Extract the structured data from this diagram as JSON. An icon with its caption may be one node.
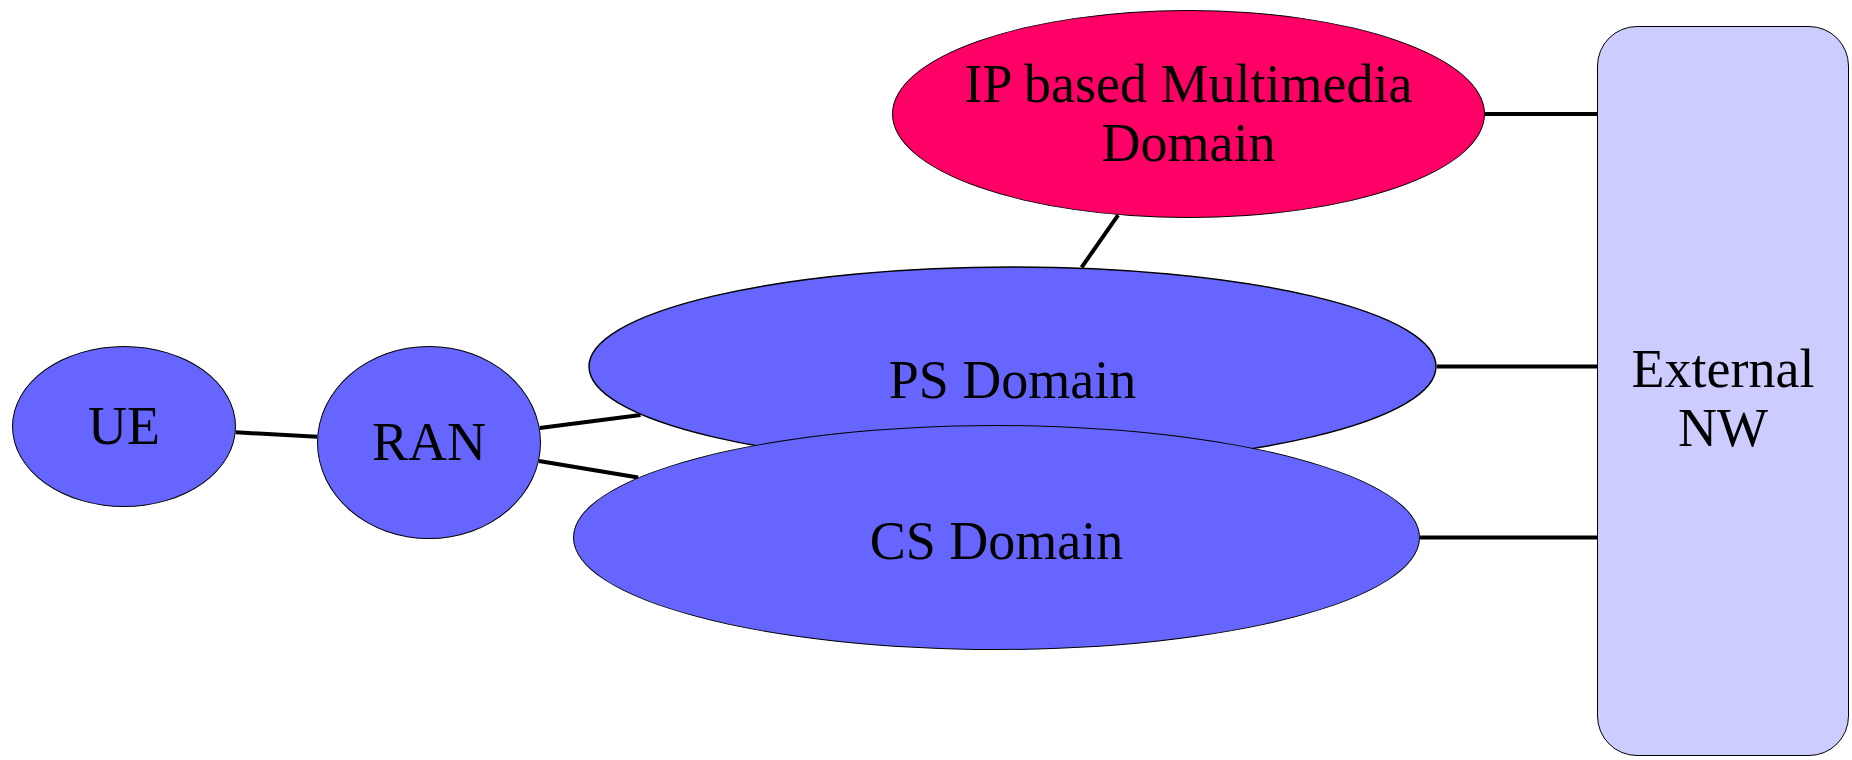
{
  "diagram": {
    "nodes": [
      {
        "text": [
          "IP based Multimedia Domain"
        ]
      },
      {
        "text": [
          "UE"
        ]
      },
      {
        "text": [
          "RAN"
        ]
      },
      {
        "text": [
          "PS Domain"
        ]
      },
      {
        "text": [
          "CS Domain"
        ]
      },
      {
        "text": [
          "External NW"
        ]
      }
    ],
    "edges": [
      {
        "from": 1,
        "to": 2,
        "arrow": "none"
      },
      {
        "from": 2,
        "to": 3,
        "arrow": "none"
      },
      {
        "from": 2,
        "to": 4,
        "arrow": "none"
      },
      {
        "from": 0,
        "to": 3,
        "arrow": "none"
      },
      {
        "from": 0,
        "to": 5,
        "arrow": "none"
      },
      {
        "from": 3,
        "to": 5,
        "arrow": "none"
      },
      {
        "from": 4,
        "to": 5,
        "arrow": "none"
      }
    ]
  }
}
